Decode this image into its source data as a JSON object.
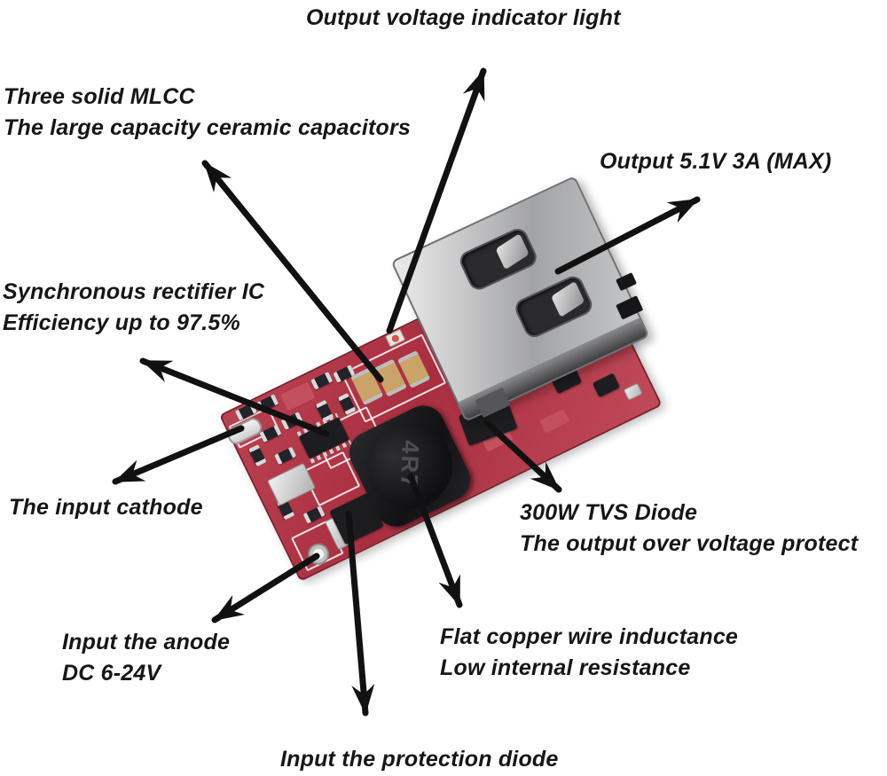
{
  "image": {
    "subject": "DC-DC step-up converter module with USB output, annotated",
    "inductor_marking": "4R7"
  },
  "colors": {
    "background": "#ffffff",
    "label_text": "#161616",
    "arrow": "#111111",
    "pcb_red": "#b03a4a",
    "usb_metal": "#b9babc",
    "inductor_black": "#1c1c1e",
    "capacitor_tan": "#c9a368"
  },
  "annotations": {
    "indicator_light": {
      "line1": "Output voltage indicator light"
    },
    "mlcc": {
      "line1": "Three solid MLCC",
      "line2": "The large capacity ceramic capacitors"
    },
    "output": {
      "line1": "Output 5.1V 3A (MAX)"
    },
    "rectifier": {
      "line1": "Synchronous rectifier IC",
      "line2": "Efficiency up to 97.5%"
    },
    "cathode": {
      "line1": "The input cathode"
    },
    "tvs": {
      "line1": "300W TVS Diode",
      "line2": "The output over voltage protect"
    },
    "anode": {
      "line1": "Input the anode",
      "line2": "DC 6-24V"
    },
    "inductance": {
      "line1": "Flat copper wire inductance",
      "line2": "Low internal resistance"
    },
    "protection_diode": {
      "line1": "Input the protection diode"
    }
  }
}
